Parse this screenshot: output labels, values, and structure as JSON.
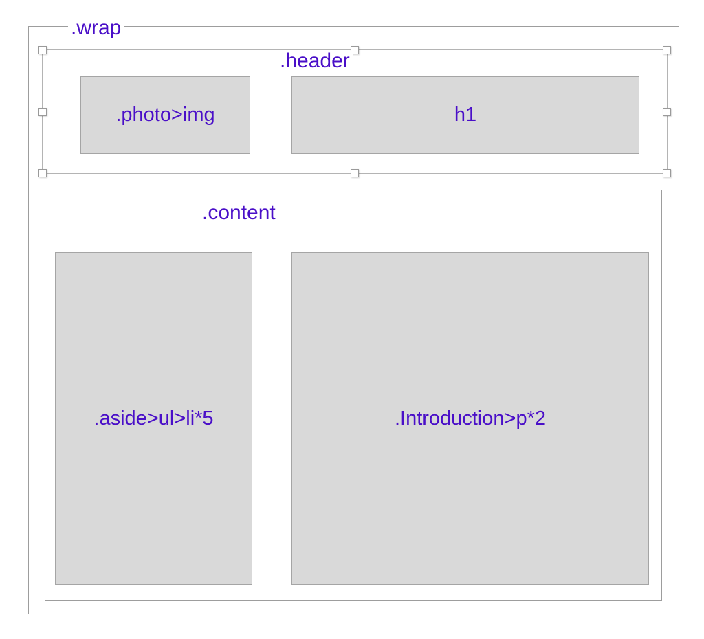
{
  "diagram": {
    "kind": "html-layout-wireframe",
    "accent_color": "#4a0fc8",
    "block_fill_color": "#d9d9d9",
    "block_border_color": "#a5a5a5",
    "frame_border_color": "#9d9d9d",
    "selection_border_color": "#b4b4b4",
    "handle_fill_color": "#ffffff",
    "canvas_background": "#ffffff"
  },
  "frames": {
    "wrap": {
      "label": ".wrap"
    },
    "content": {
      "label": ".content"
    }
  },
  "selection": {
    "target_label": ".header",
    "handle_count": 8,
    "handles": [
      {
        "name": "handle-top-left",
        "position": "top-left"
      },
      {
        "name": "handle-top-center",
        "position": "top-center"
      },
      {
        "name": "handle-top-right",
        "position": "top-right"
      },
      {
        "name": "handle-middle-left",
        "position": "middle-left"
      },
      {
        "name": "handle-middle-right",
        "position": "middle-right"
      },
      {
        "name": "handle-bottom-left",
        "position": "bottom-left"
      },
      {
        "name": "handle-bottom-center",
        "position": "bottom-center"
      },
      {
        "name": "handle-bottom-right",
        "position": "bottom-right"
      }
    ]
  },
  "blocks": {
    "photo": {
      "label": ".photo>img"
    },
    "h1": {
      "label": "h1"
    },
    "aside": {
      "label": ".aside>ul>li*5"
    },
    "intro": {
      "label": ".Introduction>p*2"
    }
  }
}
